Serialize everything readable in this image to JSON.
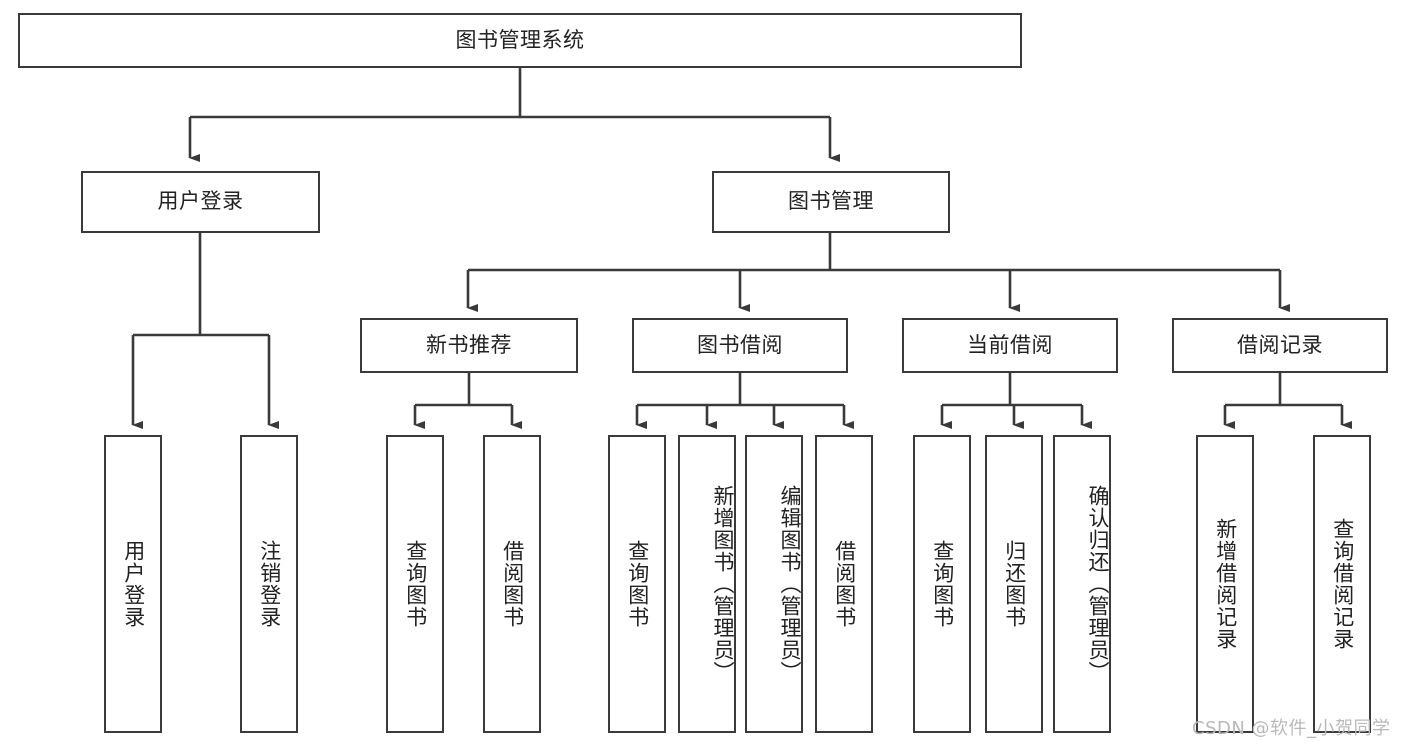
{
  "diagram": {
    "title": "图书管理系统",
    "type": "tree-hierarchy",
    "watermark": "CSDN @软件_小贺同学",
    "root": {
      "label": "图书管理系统"
    },
    "level2": [
      {
        "label": "用户登录"
      },
      {
        "label": "图书管理"
      }
    ],
    "level3": [
      {
        "label": "新书推荐"
      },
      {
        "label": "图书借阅"
      },
      {
        "label": "当前借阅"
      },
      {
        "label": "借阅记录"
      }
    ],
    "leaves": {
      "user_login": [
        {
          "label": "用户登录"
        },
        {
          "label": "注销登录"
        }
      ],
      "new_book_recommend": [
        {
          "label": "查询图书"
        },
        {
          "label": "借阅图书"
        }
      ],
      "book_borrow": [
        {
          "label": "查询图书"
        },
        {
          "label": "新增图书（管理员）"
        },
        {
          "label": "编辑图书（管理员）"
        },
        {
          "label": "借阅图书"
        }
      ],
      "current_borrow": [
        {
          "label": "查询图书"
        },
        {
          "label": "归还图书"
        },
        {
          "label": "确认归还（管理员）"
        }
      ],
      "borrow_records": [
        {
          "label": "新增借阅记录"
        },
        {
          "label": "查询借阅记录"
        }
      ]
    },
    "colors": {
      "stroke": "#3a3a3a",
      "text": "#222222",
      "background": "#ffffff",
      "watermark": "#b9b9b9"
    }
  }
}
